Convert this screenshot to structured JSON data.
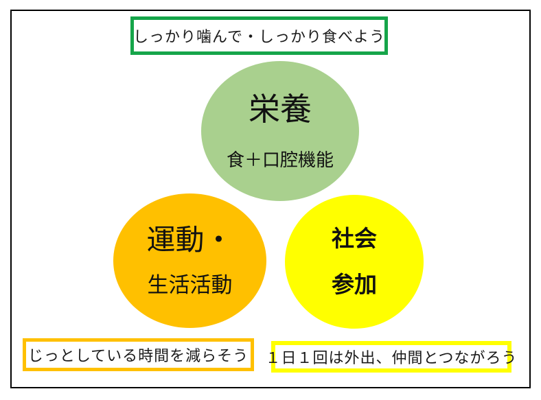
{
  "canvas": {
    "background_color": "#FFFFFF",
    "frame_border_color": "#000000"
  },
  "header_box": {
    "label": "しっかり噛んで・しっかり食べよう",
    "border_color": "#16A54A"
  },
  "circles": {
    "nutrition": {
      "title": "栄養",
      "subtitle": "食＋口腔機能",
      "fill": "#A9D08E"
    },
    "exercise": {
      "title": "運動・",
      "subtitle": "生活活動",
      "fill": "#FFC000"
    },
    "social": {
      "title": "社会",
      "subtitle": "参加",
      "fill": "#FFFF00"
    }
  },
  "caption_boxes": {
    "exercise": {
      "label": "じっとしている時間を減らそう",
      "border_color": "#FFC000"
    },
    "social": {
      "label": "１日１回は外出、仲間とつながろう",
      "border_color": "#FFFF00"
    }
  }
}
